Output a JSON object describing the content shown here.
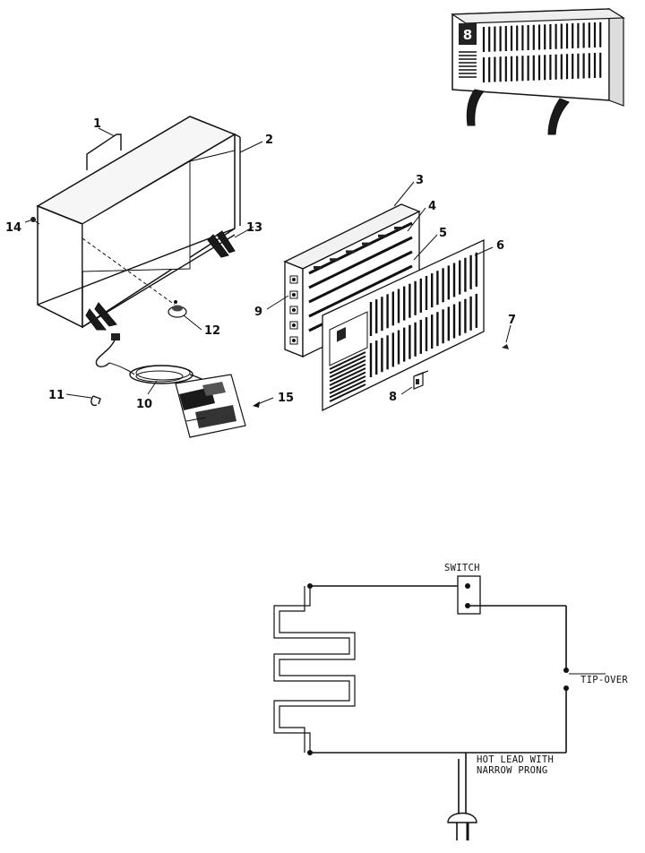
{
  "parts": {
    "p1": "1",
    "p2": "2",
    "p3": "3",
    "p4": "4",
    "p5": "5",
    "p6": "6",
    "p7": "7",
    "p8": "8",
    "p9": "9",
    "p10": "10",
    "p11": "11",
    "p12": "12",
    "p13": "13",
    "p14": "14",
    "p15": "15"
  },
  "inset": {
    "badge": "8"
  },
  "schematic": {
    "switch": "SWITCH",
    "tip_over": "TIP-OVER",
    "hot_lead_1": "HOT LEAD WITH",
    "hot_lead_2": "NARROW PRONG"
  }
}
